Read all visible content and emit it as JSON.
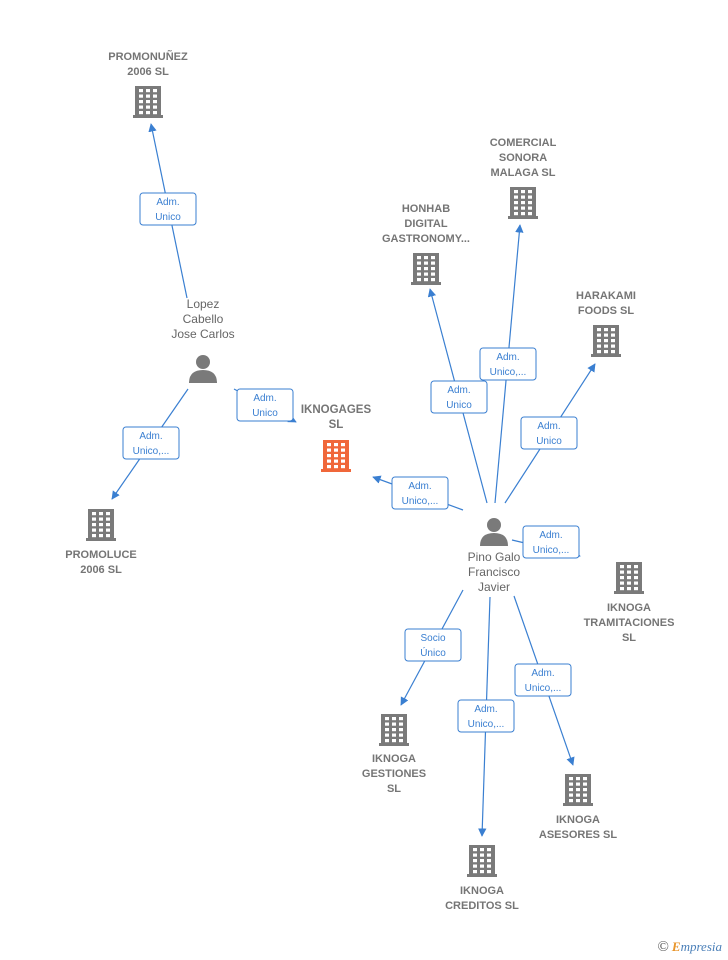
{
  "colors": {
    "edge": "#3a7fd1",
    "company": "#7a7a7a",
    "focus": "#f0673a",
    "person": "#7a7a7a"
  },
  "nodes": [
    {
      "id": "promonunez",
      "type": "company",
      "lines": [
        "PROMONUÑEZ",
        "2006 SL"
      ]
    },
    {
      "id": "comercial",
      "type": "company",
      "lines": [
        "COMERCIAL",
        "SONORA",
        "MALAGA  SL"
      ]
    },
    {
      "id": "honhab",
      "type": "company",
      "lines": [
        "HONHAB",
        "DIGITAL",
        "GASTRONOMY..."
      ]
    },
    {
      "id": "harakami",
      "type": "company",
      "lines": [
        "HARAKAMI",
        "FOODS  SL"
      ]
    },
    {
      "id": "iknogages",
      "type": "focus",
      "lines": [
        "IKNOGAGES",
        "SL"
      ]
    },
    {
      "id": "promoluce",
      "type": "company",
      "lines": [
        "PROMOLUCE",
        "2006 SL"
      ]
    },
    {
      "id": "tramitaciones",
      "type": "company",
      "lines": [
        "IKNOGA",
        "TRAMITACIONES",
        "SL"
      ]
    },
    {
      "id": "gestiones",
      "type": "company",
      "lines": [
        "IKNOGA",
        "GESTIONES",
        "SL"
      ]
    },
    {
      "id": "asesores",
      "type": "company",
      "lines": [
        "IKNOGA",
        "ASESORES SL"
      ]
    },
    {
      "id": "creditos",
      "type": "company",
      "lines": [
        "IKNOGA",
        "CREDITOS  SL"
      ]
    },
    {
      "id": "lopez",
      "type": "person",
      "lines": [
        "Lopez",
        "Cabello",
        "Jose Carlos"
      ]
    },
    {
      "id": "pino",
      "type": "person",
      "lines": [
        "Pino Galo",
        "Francisco",
        "Javier"
      ]
    }
  ],
  "edges": [
    {
      "from": "lopez",
      "to": "promonunez",
      "label": [
        "Adm.",
        "Unico"
      ]
    },
    {
      "from": "lopez",
      "to": "iknogages",
      "label": [
        "Adm.",
        "Unico"
      ]
    },
    {
      "from": "lopez",
      "to": "promoluce",
      "label": [
        "Adm.",
        "Unico,..."
      ]
    },
    {
      "from": "pino",
      "to": "honhab",
      "label": [
        "Adm.",
        "Unico"
      ]
    },
    {
      "from": "pino",
      "to": "comercial",
      "label": [
        "Adm.",
        "Unico,..."
      ]
    },
    {
      "from": "pino",
      "to": "harakami",
      "label": [
        "Adm.",
        "Unico"
      ]
    },
    {
      "from": "pino",
      "to": "iknogages",
      "label": [
        "Adm.",
        "Unico,..."
      ]
    },
    {
      "from": "pino",
      "to": "tramitaciones",
      "label": [
        "Adm.",
        "Unico,..."
      ]
    },
    {
      "from": "pino",
      "to": "gestiones",
      "label": [
        "Socio",
        "Único"
      ]
    },
    {
      "from": "pino",
      "to": "creditos",
      "label": [
        "Adm.",
        "Unico,..."
      ]
    },
    {
      "from": "pino",
      "to": "asesores",
      "label": [
        "Adm.",
        "Unico,..."
      ]
    }
  ],
  "watermark": {
    "symbol": "©",
    "brand_initial": "E",
    "brand_rest": "mpresia"
  }
}
